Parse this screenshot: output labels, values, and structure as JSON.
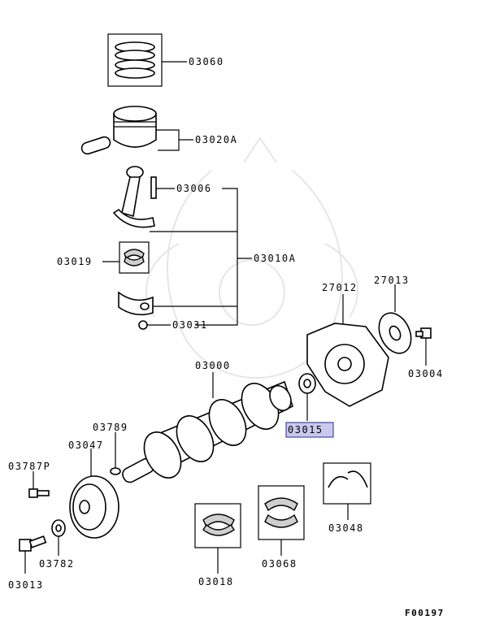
{
  "labels": {
    "p03060": "03060",
    "p03020A": "03020A",
    "p03006": "03006",
    "p03019": "03019",
    "p03010A": "03010A",
    "p03031": "03031",
    "p27012": "27012",
    "p27013": "27013",
    "p03004": "03004",
    "p03000": "03000",
    "p03015": "03015",
    "p03789": "03789",
    "p03047": "03047",
    "p03787P": "03787P",
    "p03782": "03782",
    "p03013": "03013",
    "p03018": "03018",
    "p03068": "03068",
    "p03048": "03048",
    "figure_code": "F00197"
  },
  "highlight_color": "#c9c9ee"
}
